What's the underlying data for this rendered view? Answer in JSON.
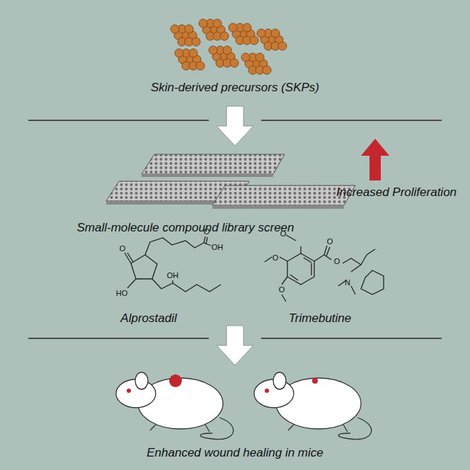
{
  "diagram": {
    "labels": [
      "Skin-derived precursors (SKPs)",
      "Small-molecule compound library screen",
      "Increased Proliferation",
      "Alprostadil",
      "Trimebutine",
      "Enhanced wound healing in mice",
      "O",
      "O",
      "OH",
      "HO",
      "OH",
      "O",
      "O",
      "O",
      "O",
      "O",
      "N"
    ]
  }
}
